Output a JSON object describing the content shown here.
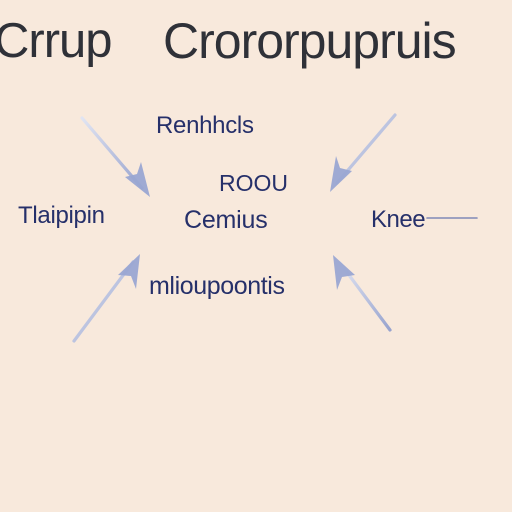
{
  "title": {
    "left_text": "Crrup",
    "right_text": "Crororpupruis"
  },
  "nodes": {
    "top": "Renhhcls",
    "center_top": "ROOU",
    "center_bottom": "Cemius",
    "left": "Tlaipipin",
    "right": "Knee",
    "bottom": "mlioupoontis"
  },
  "colors": {
    "background": "#f8e9dc",
    "title": "#2f3138",
    "label": "#26306a",
    "arrow": "#9aa7d2"
  },
  "icons": {
    "arrow_top_left": "arrow-down-right-icon",
    "arrow_top_right": "arrow-down-left-icon",
    "arrow_bottom_left": "arrow-up-right-icon",
    "arrow_bottom_right": "arrow-up-left-icon",
    "arrow_right": "arrow-left-icon"
  }
}
